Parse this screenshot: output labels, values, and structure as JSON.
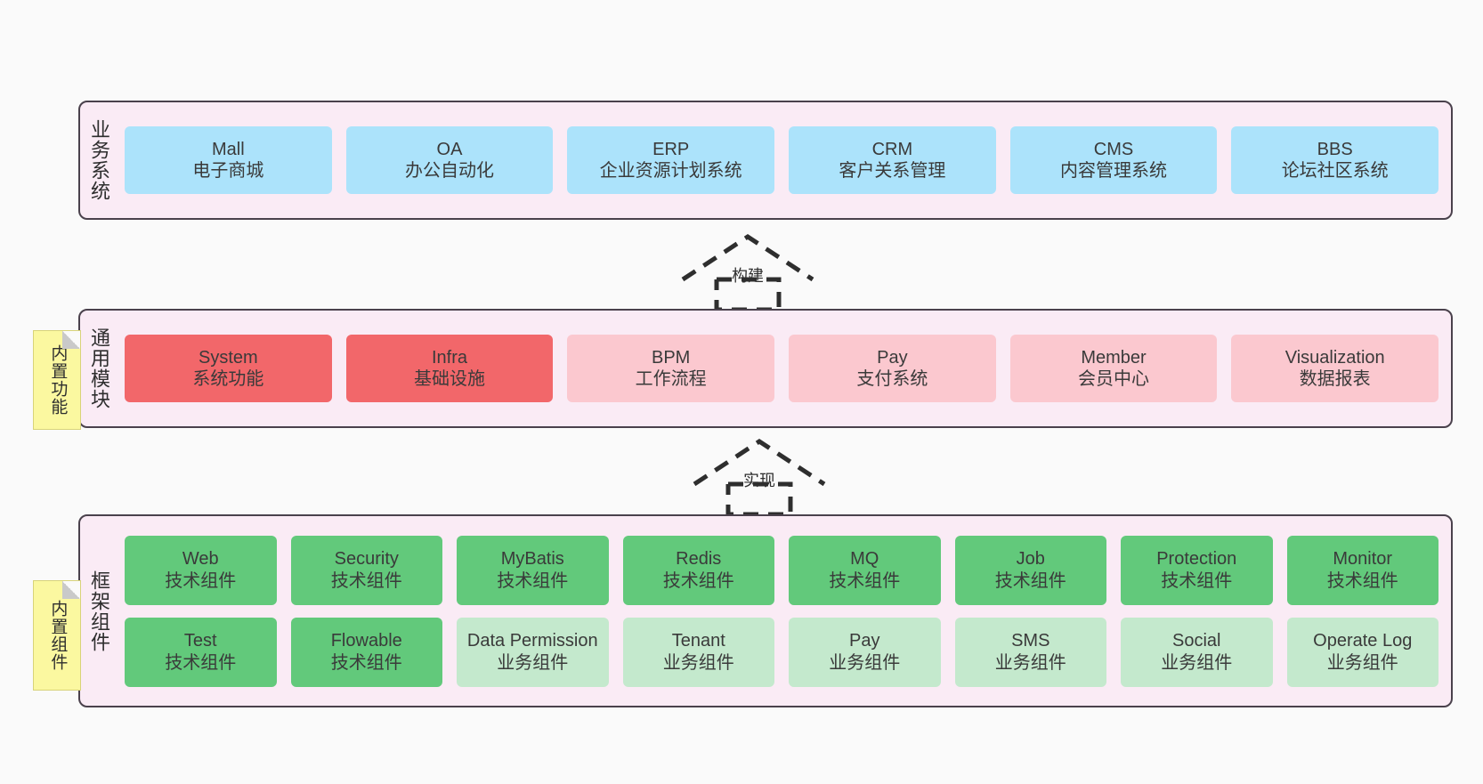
{
  "diagram": {
    "background_color": "#fafafa",
    "container_fill": "#faebf5",
    "container_border": "#4a414c"
  },
  "layers": [
    {
      "id": "business",
      "title": "业务系统",
      "color": "#ace3fb",
      "rows": [
        [
          {
            "name": "Mall",
            "desc": "电子商城"
          },
          {
            "name": "OA",
            "desc": "办公自动化"
          },
          {
            "name": "ERP",
            "desc": "企业资源计划系统"
          },
          {
            "name": "CRM",
            "desc": "客户关系管理"
          },
          {
            "name": "CMS",
            "desc": "内容管理系统"
          },
          {
            "name": "BBS",
            "desc": "论坛社区系统"
          }
        ]
      ]
    },
    {
      "id": "modules",
      "title": "通用模块",
      "colors": {
        "primary": "#f2676a",
        "secondary": "#fbc8cf"
      },
      "rows": [
        [
          {
            "name": "System",
            "desc": "系统功能",
            "color": "#f2676a"
          },
          {
            "name": "Infra",
            "desc": "基础设施",
            "color": "#f2676a"
          },
          {
            "name": "BPM",
            "desc": "工作流程",
            "color": "#fbc8cf"
          },
          {
            "name": "Pay",
            "desc": "支付系统",
            "color": "#fbc8cf"
          },
          {
            "name": "Member",
            "desc": "会员中心",
            "color": "#fbc8cf"
          },
          {
            "name": "Visualization",
            "desc": "数据报表",
            "color": "#fbc8cf"
          }
        ]
      ]
    },
    {
      "id": "framework",
      "title": "框架组件",
      "colors": {
        "tech": "#62c97b",
        "business": "#c4e9cd"
      },
      "rows": [
        [
          {
            "name": "Web",
            "desc": "技术组件",
            "color": "#62c97b"
          },
          {
            "name": "Security",
            "desc": "技术组件",
            "color": "#62c97b"
          },
          {
            "name": "MyBatis",
            "desc": "技术组件",
            "color": "#62c97b"
          },
          {
            "name": "Redis",
            "desc": "技术组件",
            "color": "#62c97b"
          },
          {
            "name": "MQ",
            "desc": "技术组件",
            "color": "#62c97b"
          },
          {
            "name": "Job",
            "desc": "技术组件",
            "color": "#62c97b"
          },
          {
            "name": "Protection",
            "desc": "技术组件",
            "color": "#62c97b"
          },
          {
            "name": "Monitor",
            "desc": "技术组件",
            "color": "#62c97b"
          }
        ],
        [
          {
            "name": "Test",
            "desc": "技术组件",
            "color": "#62c97b"
          },
          {
            "name": "Flowable",
            "desc": "技术组件",
            "color": "#62c97b"
          },
          {
            "name": "Data Permission",
            "desc": "业务组件",
            "color": "#c4e9cd"
          },
          {
            "name": "Tenant",
            "desc": "业务组件",
            "color": "#c4e9cd"
          },
          {
            "name": "Pay",
            "desc": "业务组件",
            "color": "#c4e9cd"
          },
          {
            "name": "SMS",
            "desc": "业务组件",
            "color": "#c4e9cd"
          },
          {
            "name": "Social",
            "desc": "业务组件",
            "color": "#c4e9cd"
          },
          {
            "name": "Operate Log",
            "desc": "业务组件",
            "color": "#c4e9cd"
          }
        ]
      ]
    }
  ],
  "sticky_notes": [
    {
      "id": "modules",
      "label": "内置功能",
      "color": "#fbf8a0"
    },
    {
      "id": "framework",
      "label": "内置组件",
      "color": "#fbf8a0"
    }
  ],
  "connectors": [
    {
      "id": "build",
      "label": "构建",
      "style": "dashed-hollow-arrow-up"
    },
    {
      "id": "impl",
      "label": "实现",
      "style": "dashed-hollow-arrow-up"
    }
  ]
}
